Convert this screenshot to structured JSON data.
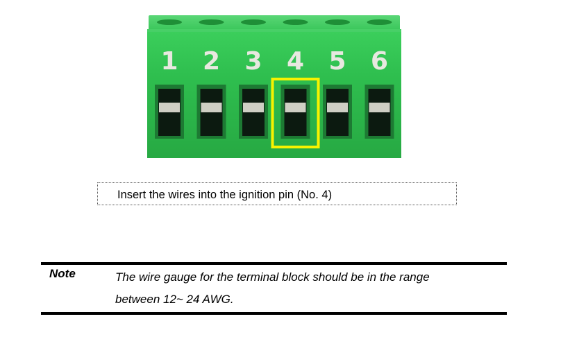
{
  "figure": {
    "pin_numbers": [
      "1",
      "2",
      "3",
      "4",
      "5",
      "6"
    ],
    "highlighted_pin": "4",
    "colors": {
      "block_body": "#2fbf4f",
      "highlight": "#f7f200",
      "pin_label": "#e8e8e0",
      "contact": "#cfcfc4",
      "slot": "#0c1a10"
    }
  },
  "caption": {
    "text": "Insert the wires into the ignition pin (No. 4)"
  },
  "note": {
    "label": "Note",
    "line1": "The wire gauge for the terminal block should be in the range",
    "line2": "between 12~ 24 AWG."
  }
}
